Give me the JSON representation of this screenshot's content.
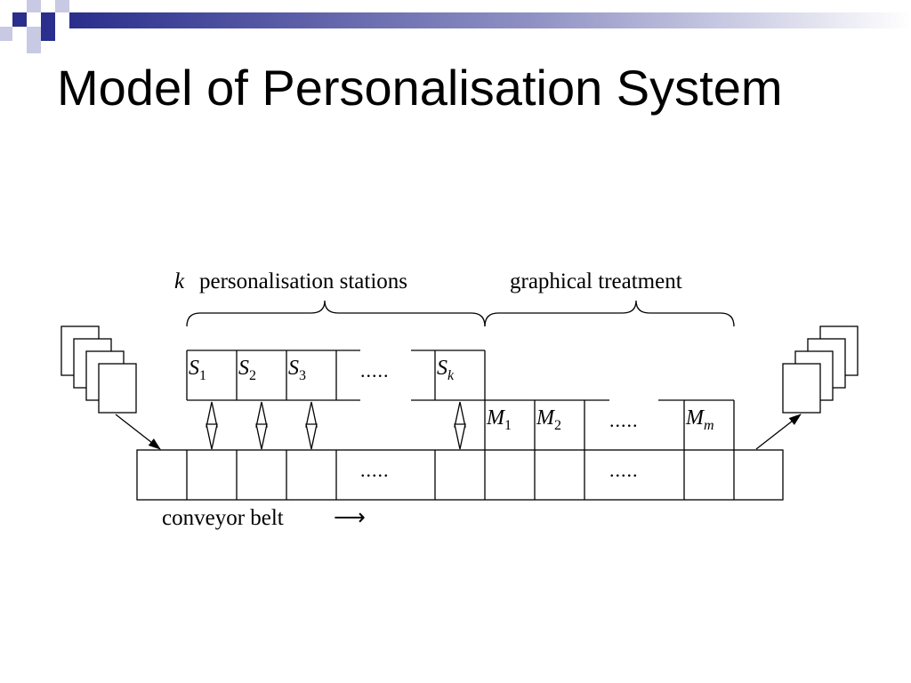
{
  "slide": {
    "title": "Model of Personalisation System",
    "accent_color": "#2a2e8c",
    "accent_light": "#c8c9e2"
  },
  "diagram": {
    "label_stations_var": "k",
    "label_stations": "personalisation stations",
    "label_treatment": "graphical treatment",
    "label_belt": "conveyor belt",
    "label_belt_arrow": "⟶",
    "dots": ".....",
    "stations": [
      {
        "sym": "S",
        "sub": "1"
      },
      {
        "sym": "S",
        "sub": "2"
      },
      {
        "sym": "S",
        "sub": "3"
      },
      {
        "sym": "S",
        "sub": "k"
      }
    ],
    "treatments": [
      {
        "sym": "M",
        "sub": "1"
      },
      {
        "sym": "M",
        "sub": "2"
      },
      {
        "sym": "M",
        "sub": "m"
      }
    ]
  }
}
